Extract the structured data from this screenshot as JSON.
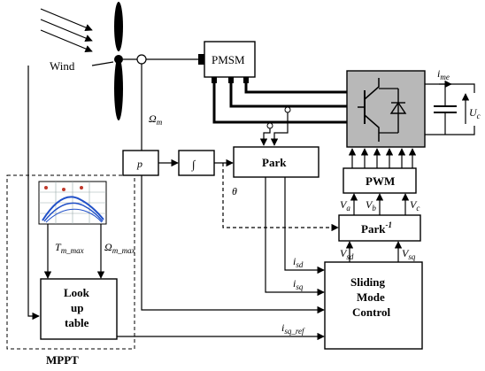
{
  "wind": "Wind",
  "pmsm": "PMSM",
  "omega_m": "Ω",
  "omega_m_sub": "m",
  "p": "p",
  "integral": "∫",
  "park": "Park",
  "theta": "θ",
  "pwm": "PWM",
  "park_inv": "Park",
  "park_inv_sup": "-1",
  "i_me": "i",
  "i_me_sub": "me",
  "u_c": "U",
  "u_c_sub": "c",
  "va": "V",
  "va_sub": "a",
  "vb": "V",
  "vb_sub": "b",
  "vc": "V",
  "vc_sub": "c",
  "vsd": "V",
  "vsd_sub": "sd",
  "vsq": "V",
  "vsq_sub": "sq",
  "isd": "i",
  "isd_sub": "sd",
  "isq": "i",
  "isq_sub": "sq",
  "isq_ref": "i",
  "isq_ref_sub": "sq_ref",
  "tm_max": "T",
  "tm_max_sub": "m_max",
  "omega_mmax": "Ω",
  "omega_mmax_sub": "m_max",
  "lookup": [
    "Look",
    "up",
    "table"
  ],
  "smc": [
    "Sliding",
    "Mode",
    "Control"
  ],
  "mppt": "MPPT"
}
